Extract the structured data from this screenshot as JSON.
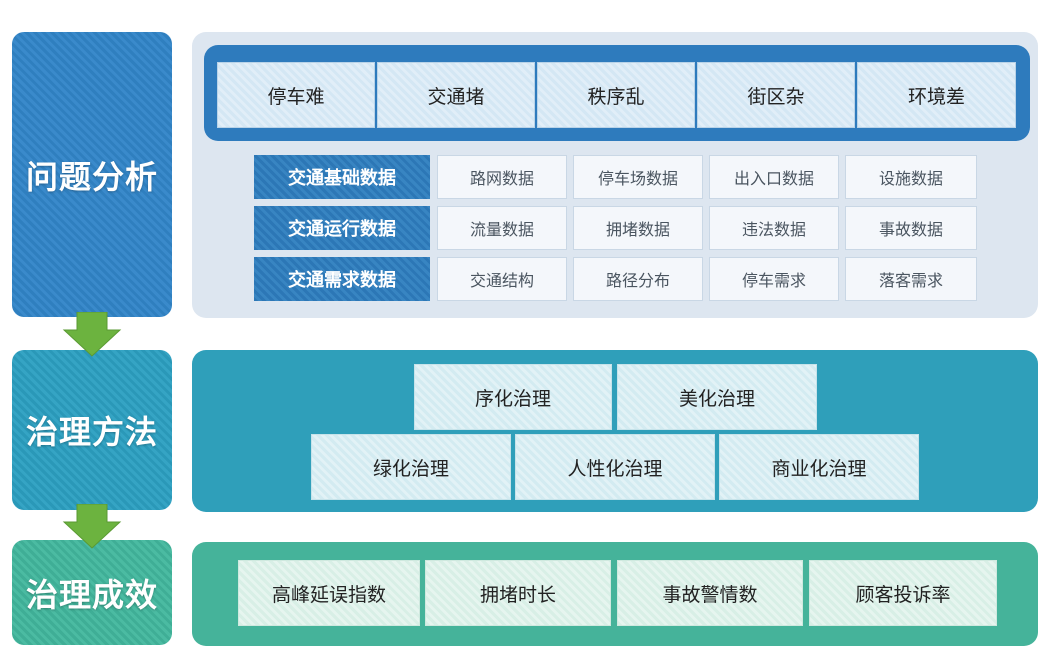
{
  "sections": [
    {
      "label": "问题分析"
    },
    {
      "label": "治理方法"
    },
    {
      "label": "治理成效"
    }
  ],
  "problems": [
    "停车难",
    "交通堵",
    "秩序乱",
    "街区杂",
    "环境差"
  ],
  "data_rows": [
    {
      "head": "交通基础数据",
      "cells": [
        "路网数据",
        "停车场数据",
        "出入口数据",
        "设施数据"
      ]
    },
    {
      "head": "交通运行数据",
      "cells": [
        "流量数据",
        "拥堵数据",
        "违法数据",
        "事故数据"
      ]
    },
    {
      "head": "交通需求数据",
      "cells": [
        "交通结构",
        "路径分布",
        "停车需求",
        "落客需求"
      ]
    }
  ],
  "methods_top": [
    "序化治理",
    "美化治理"
  ],
  "methods_bottom": [
    "绿化治理",
    "人性化治理",
    "商业化治理"
  ],
  "effects": [
    "高峰延误指数",
    "拥堵时长",
    "事故警情数",
    "顾客投诉率"
  ],
  "colors": {
    "analysis": "#2f7fbf",
    "method": "#2f9fba",
    "effect": "#45b39a",
    "arrow": "#6cb33f"
  }
}
